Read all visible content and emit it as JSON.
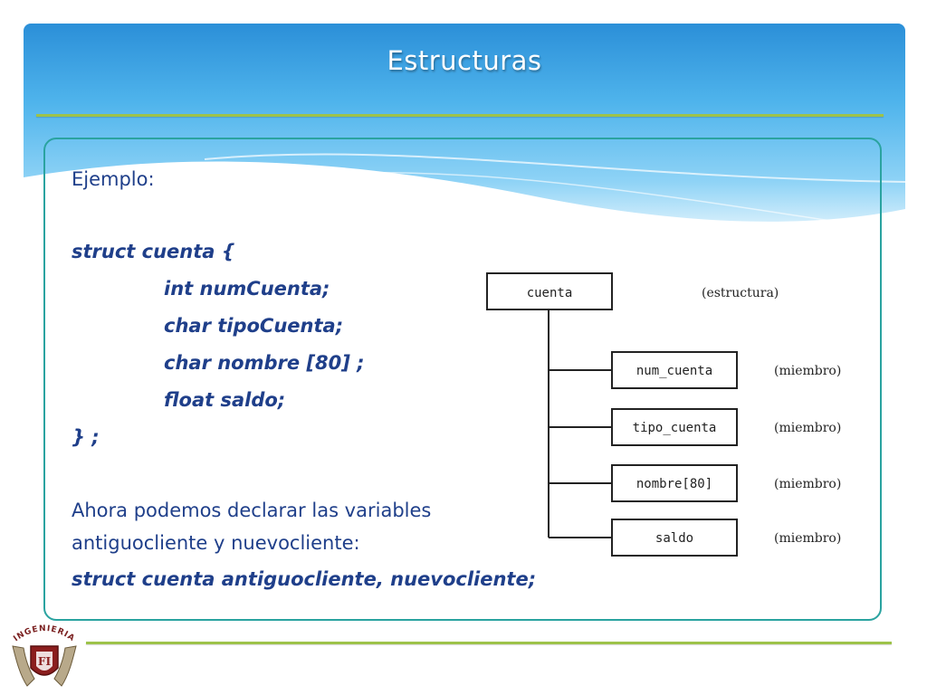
{
  "slide": {
    "title": "Estructuras",
    "intro": "Ejemplo:",
    "code_lines": [
      "struct cuenta {",
      "int numCuenta;",
      "char tipoCuenta;",
      "char nombre [80] ;",
      "float saldo;",
      "} ;"
    ],
    "paragraph_line1": "Ahora podemos declarar las variables",
    "paragraph_line2": "antiguocliente y nuevocliente:",
    "declaration": "struct cuenta antiguocliente, nuevocliente;"
  },
  "diagram": {
    "root_label": "cuenta",
    "root_note": "(estructura)",
    "members": [
      {
        "label": "num_cuenta",
        "note": "(miembro)"
      },
      {
        "label": "tipo_cuenta",
        "note": "(miembro)"
      },
      {
        "label": "nombre[80]",
        "note": "(miembro)"
      },
      {
        "label": "saldo",
        "note": "(miembro)"
      }
    ]
  },
  "logo": {
    "text": "INGENIERIA"
  },
  "colors": {
    "text": "#1f3f8a",
    "accent_line": "#9dc34a",
    "box_border": "#2aa3a0",
    "header_blue": "#2b8fd8"
  }
}
